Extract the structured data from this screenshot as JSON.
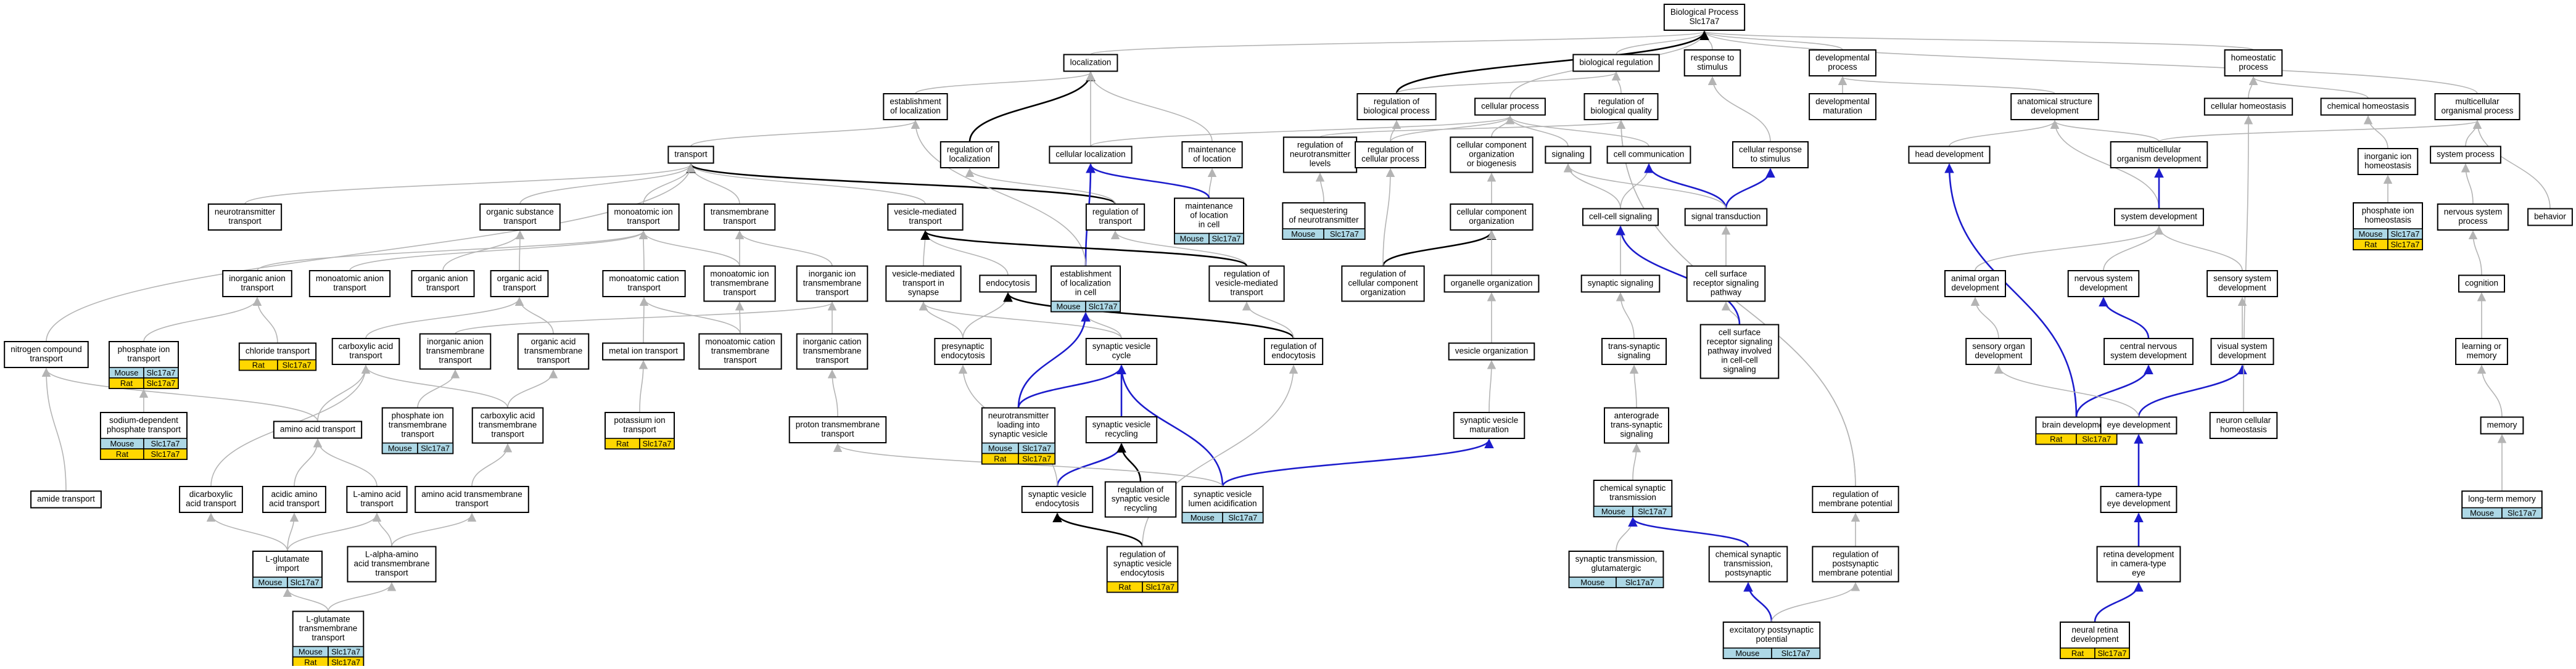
{
  "colors": {
    "mouse": "#add8e6",
    "rat": "#ffd700",
    "gray_edge": "#b4b4b4",
    "blue_edge": "#1c1ccc",
    "black_edge": "#000000"
  },
  "gene": "Slc17a7",
  "species": {
    "mouse": "Mouse",
    "rat": "Rat"
  },
  "terms": [
    {
      "id": "bp",
      "lines": [
        "Biological Process",
        "Slc17a7"
      ]
    },
    {
      "id": "loc",
      "lines": [
        "localization"
      ]
    },
    {
      "id": "biolreg",
      "lines": [
        "biological regulation"
      ]
    },
    {
      "id": "respstim",
      "lines": [
        "response to",
        "stimulus"
      ]
    },
    {
      "id": "devproc",
      "lines": [
        "developmental",
        "process"
      ]
    },
    {
      "id": "homeoproc",
      "lines": [
        "homeostatic",
        "process"
      ]
    },
    {
      "id": "estloc",
      "lines": [
        "establishment",
        "of localization"
      ]
    },
    {
      "id": "regbp",
      "lines": [
        "regulation of",
        "biological process"
      ]
    },
    {
      "id": "cellproc",
      "lines": [
        "cellular process"
      ]
    },
    {
      "id": "regbq",
      "lines": [
        "regulation of",
        "biological quality"
      ]
    },
    {
      "id": "devmat",
      "lines": [
        "developmental",
        "maturation"
      ]
    },
    {
      "id": "anatdev",
      "lines": [
        "anatomical structure",
        "development"
      ]
    },
    {
      "id": "cellhomeo",
      "lines": [
        "cellular homeostasis"
      ]
    },
    {
      "id": "chemhomeo",
      "lines": [
        "chemical homeostasis"
      ]
    },
    {
      "id": "multiorg",
      "lines": [
        "multicellular",
        "organismal process"
      ]
    },
    {
      "id": "transport",
      "lines": [
        "transport"
      ]
    },
    {
      "id": "regloc",
      "lines": [
        "regulation of",
        "localization"
      ]
    },
    {
      "id": "cellloc",
      "lines": [
        "cellular localization"
      ]
    },
    {
      "id": "mainloc",
      "lines": [
        "maintenance",
        "of location"
      ]
    },
    {
      "id": "regntlev",
      "lines": [
        "regulation of",
        "neurotransmitter",
        "levels"
      ]
    },
    {
      "id": "regcp",
      "lines": [
        "regulation of",
        "cellular process"
      ]
    },
    {
      "id": "ccorg",
      "lines": [
        "cellular component",
        "organization",
        "or biogenesis"
      ]
    },
    {
      "id": "signaling",
      "lines": [
        "signaling"
      ]
    },
    {
      "id": "cellcomm",
      "lines": [
        "cell communication"
      ]
    },
    {
      "id": "cellresp",
      "lines": [
        "cellular response",
        "to stimulus"
      ]
    },
    {
      "id": "headdev",
      "lines": [
        "head development"
      ]
    },
    {
      "id": "multidev",
      "lines": [
        "multicellular",
        "organism development"
      ]
    },
    {
      "id": "sysproc",
      "lines": [
        "system process"
      ]
    },
    {
      "id": "inorgion",
      "lines": [
        "inorganic ion",
        "homeostasis"
      ]
    },
    {
      "id": "phoshomeo",
      "lines": [
        "phosphate ion",
        "homeostasis"
      ],
      "tags": [
        "mouse",
        "rat"
      ]
    },
    {
      "id": "mainlocincell",
      "lines": [
        "maintenance",
        "of location",
        "in cell"
      ],
      "tags": [
        "mouse"
      ]
    },
    {
      "id": "seqnt",
      "lines": [
        "sequestering",
        "of neurotransmitter"
      ],
      "tags": [
        "mouse"
      ]
    },
    {
      "id": "ntransport",
      "lines": [
        "neurotransmitter",
        "transport"
      ]
    },
    {
      "id": "orgsubtr",
      "lines": [
        "organic substance",
        "transport"
      ]
    },
    {
      "id": "monoiontr",
      "lines": [
        "monoatomic ion",
        "transport"
      ]
    },
    {
      "id": "tmtransport",
      "lines": [
        "transmembrane",
        "transport"
      ]
    },
    {
      "id": "vesmed",
      "lines": [
        "vesicle-mediated",
        "transport"
      ]
    },
    {
      "id": "regtransport",
      "lines": [
        "regulation of",
        "transport"
      ]
    },
    {
      "id": "ccorg2",
      "lines": [
        "cellular component",
        "organization"
      ]
    },
    {
      "id": "ccsig",
      "lines": [
        "cell-cell signaling"
      ]
    },
    {
      "id": "sigtrans",
      "lines": [
        "signal transduction"
      ]
    },
    {
      "id": "sysdev",
      "lines": [
        "system development"
      ]
    },
    {
      "id": "behavior",
      "lines": [
        "behavior"
      ]
    },
    {
      "id": "nsproc",
      "lines": [
        "nervous system",
        "process"
      ]
    },
    {
      "id": "inorganion",
      "lines": [
        "inorganic anion",
        "transport"
      ]
    },
    {
      "id": "monoaniontr",
      "lines": [
        "monoatomic anion",
        "transport"
      ]
    },
    {
      "id": "orgaciontr",
      "lines": [
        "organic anion",
        "transport"
      ]
    },
    {
      "id": "orgacidtr",
      "lines": [
        "organic acid",
        "transport"
      ]
    },
    {
      "id": "monocattr",
      "lines": [
        "monoatomic cation",
        "transport"
      ]
    },
    {
      "id": "monoiontm",
      "lines": [
        "monoatomic ion",
        "transmembrane",
        "transport"
      ]
    },
    {
      "id": "inorgcattm",
      "lines": [
        "inorganic ion",
        "transmembrane",
        "transport"
      ]
    },
    {
      "id": "vesmedsyn",
      "lines": [
        "vesicle-mediated",
        "transport in",
        "synapse"
      ]
    },
    {
      "id": "endocytosis",
      "lines": [
        "endocytosis"
      ]
    },
    {
      "id": "estlocincell",
      "lines": [
        "establishment",
        "of localization",
        "in cell"
      ],
      "tags": [
        "mouse"
      ]
    },
    {
      "id": "regvesmed",
      "lines": [
        "regulation of",
        "vesicle-mediated",
        "transport"
      ]
    },
    {
      "id": "regccorg",
      "lines": [
        "regulation of",
        "cellular component",
        "organization"
      ]
    },
    {
      "id": "organelle",
      "lines": [
        "organelle organization"
      ]
    },
    {
      "id": "synsig",
      "lines": [
        "synaptic signaling"
      ]
    },
    {
      "id": "csrecsig",
      "lines": [
        "cell surface",
        "receptor signaling",
        "pathway"
      ]
    },
    {
      "id": "animorgan",
      "lines": [
        "animal organ",
        "development"
      ]
    },
    {
      "id": "nsdev",
      "lines": [
        "nervous system",
        "development"
      ]
    },
    {
      "id": "sensdev",
      "lines": [
        "sensory system",
        "development"
      ]
    },
    {
      "id": "cognition",
      "lines": [
        "cognition"
      ]
    },
    {
      "id": "ntcomp",
      "lines": [
        "nitrogen compound",
        "transport"
      ]
    },
    {
      "id": "phosiontr",
      "lines": [
        "phosphate ion",
        "transport"
      ],
      "tags": [
        "mouse",
        "rat"
      ]
    },
    {
      "id": "chloride",
      "lines": [
        "chloride transport"
      ],
      "tags": [
        "rat"
      ]
    },
    {
      "id": "carboxtr",
      "lines": [
        "carboxylic acid",
        "transport"
      ]
    },
    {
      "id": "orgaciontm",
      "lines": [
        "inorganic anion",
        "transmembrane",
        "transport"
      ]
    },
    {
      "id": "orgacidtm",
      "lines": [
        "organic acid",
        "transmembrane",
        "transport"
      ]
    },
    {
      "id": "metaliontr",
      "lines": [
        "metal ion transport"
      ]
    },
    {
      "id": "monocattm",
      "lines": [
        "monoatomic cation",
        "transmembrane",
        "transport"
      ]
    },
    {
      "id": "inorgcattm2",
      "lines": [
        "inorganic cation",
        "transmembrane",
        "transport"
      ]
    },
    {
      "id": "presynendo",
      "lines": [
        "presynaptic",
        "endocytosis"
      ]
    },
    {
      "id": "synvescyc",
      "lines": [
        "synaptic vesicle",
        "cycle"
      ]
    },
    {
      "id": "regendo",
      "lines": [
        "regulation of",
        "endocytosis"
      ]
    },
    {
      "id": "vesorg",
      "lines": [
        "vesicle organization"
      ]
    },
    {
      "id": "transsyn",
      "lines": [
        "trans-synaptic",
        "signaling"
      ]
    },
    {
      "id": "csrecsig2",
      "lines": [
        "cell surface",
        "receptor signaling",
        "pathway involved",
        "in cell-cell",
        "signaling"
      ]
    },
    {
      "id": "sensorg",
      "lines": [
        "sensory organ",
        "development"
      ]
    },
    {
      "id": "cnsdev",
      "lines": [
        "central nervous",
        "system development"
      ]
    },
    {
      "id": "visdev",
      "lines": [
        "visual system",
        "development"
      ]
    },
    {
      "id": "learnmem",
      "lines": [
        "learning or",
        "memory"
      ]
    },
    {
      "id": "sodphos",
      "lines": [
        "sodium-dependent",
        "phosphate transport"
      ],
      "tags": [
        "mouse",
        "rat"
      ]
    },
    {
      "id": "phosiontm",
      "lines": [
        "phosphate ion",
        "transmembrane",
        "transport"
      ],
      "tags": [
        "mouse"
      ]
    },
    {
      "id": "carboxtm",
      "lines": [
        "carboxylic acid",
        "transmembrane",
        "transport"
      ]
    },
    {
      "id": "potassium",
      "lines": [
        "potassium ion",
        "transport"
      ],
      "tags": [
        "rat"
      ]
    },
    {
      "id": "ntloading",
      "lines": [
        "neurotransmitter",
        "loading into",
        "synaptic vesicle"
      ],
      "tags": [
        "mouse",
        "rat"
      ]
    },
    {
      "id": "synvesmat",
      "lines": [
        "synaptic vesicle",
        "maturation"
      ]
    },
    {
      "id": "antero",
      "lines": [
        "anterograde",
        "trans-synaptic",
        "signaling"
      ]
    },
    {
      "id": "braindev",
      "lines": [
        "brain development"
      ],
      "tags": [
        "rat"
      ]
    },
    {
      "id": "eyedev",
      "lines": [
        "eye development"
      ]
    },
    {
      "id": "neuronhomeo",
      "lines": [
        "neuron cellular",
        "homeostasis"
      ]
    },
    {
      "id": "memory",
      "lines": [
        "memory"
      ]
    },
    {
      "id": "aminoacidtr",
      "lines": [
        "amino acid transport"
      ]
    },
    {
      "id": "protontm",
      "lines": [
        "proton transmembrane",
        "transport"
      ]
    },
    {
      "id": "synvesrecyc",
      "lines": [
        "synaptic vesicle",
        "recycling"
      ]
    },
    {
      "id": "chemsyntrans",
      "lines": [
        "chemical synaptic",
        "transmission"
      ],
      "tags": [
        "mouse"
      ]
    },
    {
      "id": "amidetr",
      "lines": [
        "amide transport"
      ]
    },
    {
      "id": "dicarbox",
      "lines": [
        "dicarboxylic",
        "acid transport"
      ]
    },
    {
      "id": "acidicaa",
      "lines": [
        "acidic amino",
        "acid transport"
      ]
    },
    {
      "id": "laminotr",
      "lines": [
        "L-amino acid",
        "transport"
      ]
    },
    {
      "id": "aatm",
      "lines": [
        "amino acid transmembrane",
        "transport"
      ]
    },
    {
      "id": "synvesendo",
      "lines": [
        "synaptic vesicle",
        "endocytosis"
      ]
    },
    {
      "id": "regsynvesrecyc",
      "lines": [
        "regulation of",
        "synaptic vesicle",
        "recycling"
      ]
    },
    {
      "id": "synveslumen",
      "lines": [
        "synaptic vesicle",
        "lumen acidification"
      ],
      "tags": [
        "mouse"
      ]
    },
    {
      "id": "regmembpot",
      "lines": [
        "regulation of",
        "membrane potential"
      ]
    },
    {
      "id": "cameradev",
      "lines": [
        "camera-type",
        "eye development"
      ]
    },
    {
      "id": "longterm",
      "lines": [
        "long-term memory"
      ],
      "tags": [
        "mouse"
      ]
    },
    {
      "id": "lglutimport",
      "lines": [
        "L-glutamate",
        "import"
      ],
      "tags": [
        "mouse"
      ]
    },
    {
      "id": "lalphaaa",
      "lines": [
        "L-alpha-amino",
        "acid transmembrane",
        "transport"
      ]
    },
    {
      "id": "regsynvesendo",
      "lines": [
        "regulation of",
        "synaptic vesicle",
        "endocytosis"
      ],
      "tags": [
        "rat"
      ]
    },
    {
      "id": "syntransglut",
      "lines": [
        "synaptic transmission,",
        "glutamatergic"
      ],
      "tags": [
        "mouse"
      ]
    },
    {
      "id": "chemsynpost",
      "lines": [
        "chemical synaptic",
        "transmission,",
        "postsynaptic"
      ]
    },
    {
      "id": "regpostmemb",
      "lines": [
        "regulation of",
        "postsynaptic",
        "membrane potential"
      ]
    },
    {
      "id": "retinadev",
      "lines": [
        "retina development",
        "in camera-type",
        "eye"
      ]
    },
    {
      "id": "lglutamate",
      "lines": [
        "L-glutamate",
        "transmembrane",
        "transport"
      ],
      "tags": [
        "mouse",
        "rat"
      ]
    },
    {
      "id": "epsp",
      "lines": [
        "excitatory postsynaptic",
        "potential"
      ],
      "tags": [
        "mouse"
      ]
    },
    {
      "id": "neuralretina",
      "lines": [
        "neural retina",
        "development"
      ],
      "tags": [
        "rat"
      ]
    }
  ]
}
